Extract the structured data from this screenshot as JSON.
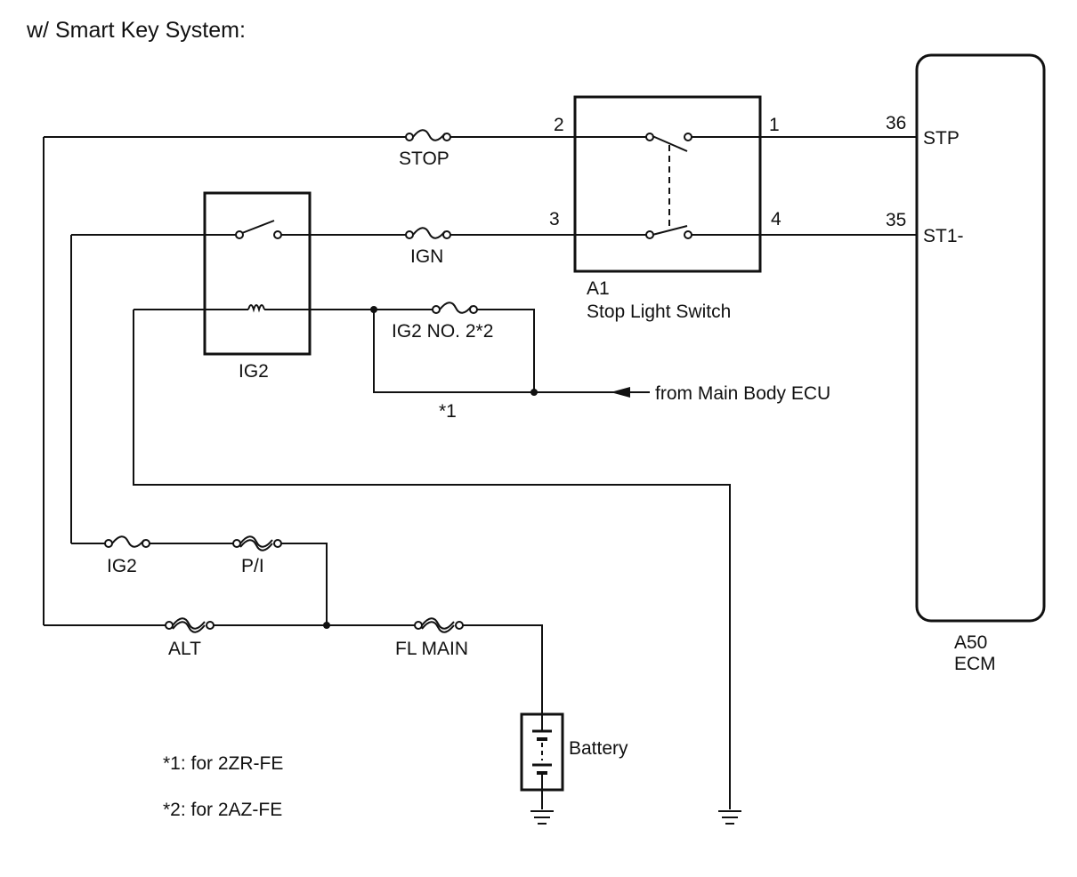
{
  "heading": "w/ Smart Key System:",
  "components": {
    "ecm": {
      "code": "A50",
      "name": "ECM",
      "pin_stp": "STP",
      "pin_st1": "ST1-",
      "num_stp": "36",
      "num_st1": "35"
    },
    "stop_switch": {
      "code": "A1",
      "name": "Stop Light Switch",
      "pin1": "1",
      "pin2": "2",
      "pin3": "3",
      "pin4": "4"
    },
    "relay": {
      "name": "IG2"
    },
    "battery": {
      "name": "Battery"
    }
  },
  "fuses": {
    "stop": "STOP",
    "ign": "IGN",
    "ig2_no2": "IG2 NO. 2*2",
    "ig2": "IG2",
    "pi": "P/I",
    "alt": "ALT",
    "fl_main": "FL MAIN"
  },
  "labels": {
    "from_main_body_ecu": "from Main Body ECU",
    "star1": "*1"
  },
  "notes": [
    "*1: for 2ZR-FE",
    "*2: for 2AZ-FE"
  ]
}
